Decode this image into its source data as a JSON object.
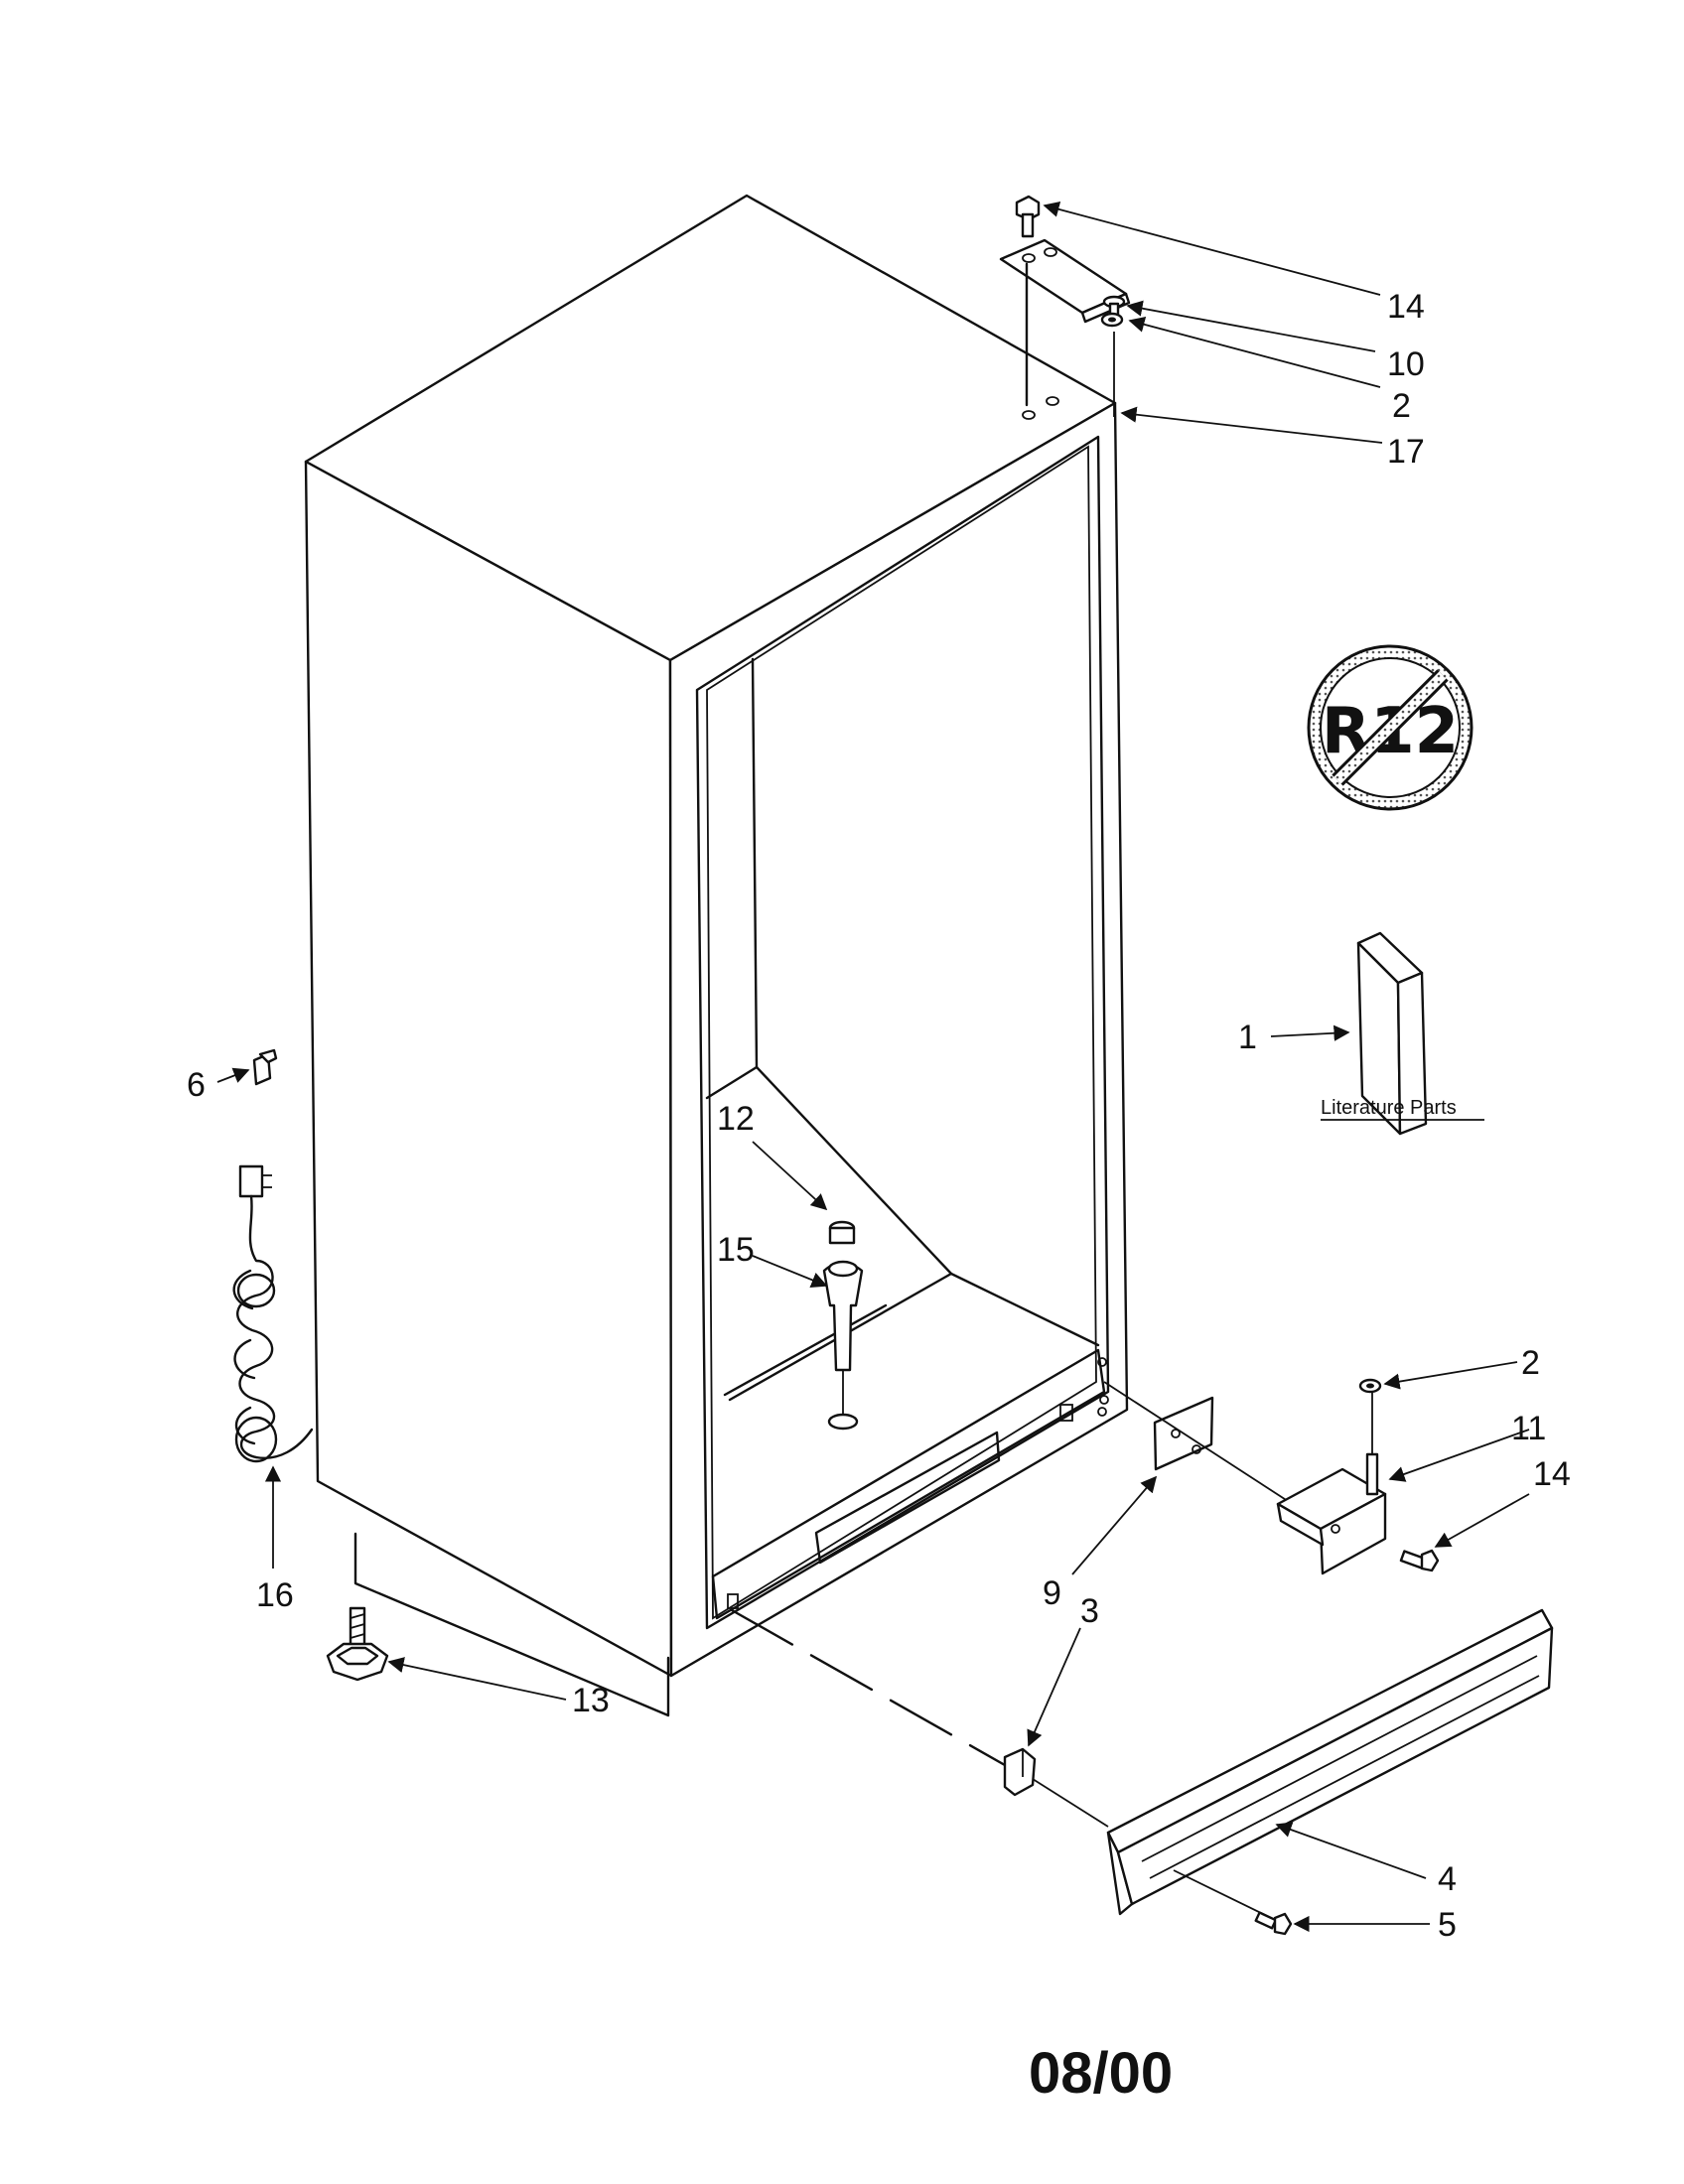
{
  "diagram": {
    "date_code": "08/00",
    "literature_caption": "Literature Parts",
    "refrigerant_badge": {
      "text": "R12",
      "meaning": "no-r12-symbol"
    },
    "callouts": {
      "c14_top": "14",
      "c10": "10",
      "c2_top": "2",
      "c17": "17",
      "c1": "1",
      "c6": "6",
      "c12": "12",
      "c15": "15",
      "c16": "16",
      "c13": "13",
      "c2_bottom": "2",
      "c11": "11",
      "c14_bottom": "14",
      "c9": "9",
      "c3": "3",
      "c4": "4",
      "c5": "5"
    }
  }
}
